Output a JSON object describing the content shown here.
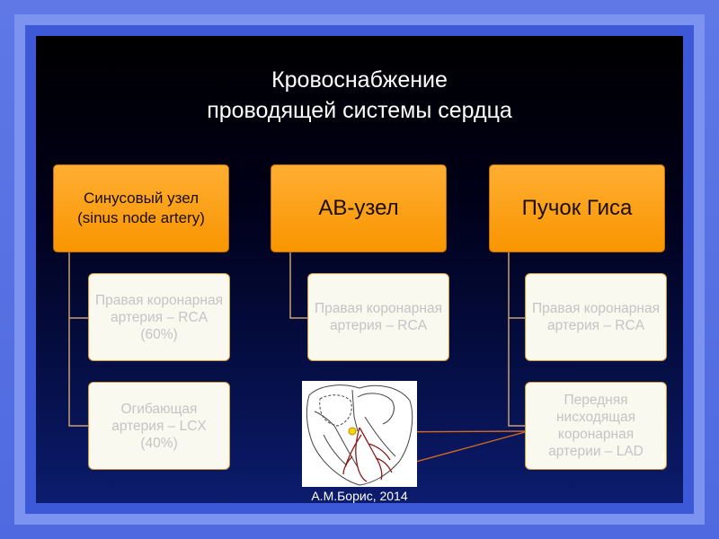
{
  "title": {
    "line1": "Кровоснабжение",
    "line2": "проводящей системы сердца"
  },
  "columns": [
    {
      "header": "Синусовый узел (sinus node artery)",
      "children": [
        "Правая коронарная артерия – RCA (60%)",
        "Огибающая артерия – LCX (40%)"
      ]
    },
    {
      "header": "АВ-узел",
      "children": [
        "Правая коронарная артерия – RCA"
      ]
    },
    {
      "header": "Пучок Гиса",
      "children": [
        "Правая коронарная артерия – RCA",
        "Передняя нисходящая коронарная артерии – LAD"
      ]
    }
  ],
  "credit": "А.М.Борис, 2014",
  "colors": {
    "header_fill": "#f99500",
    "connector": "#c8a070",
    "pointer_line": "#d2691e",
    "child_text": "#c4c4c4"
  }
}
